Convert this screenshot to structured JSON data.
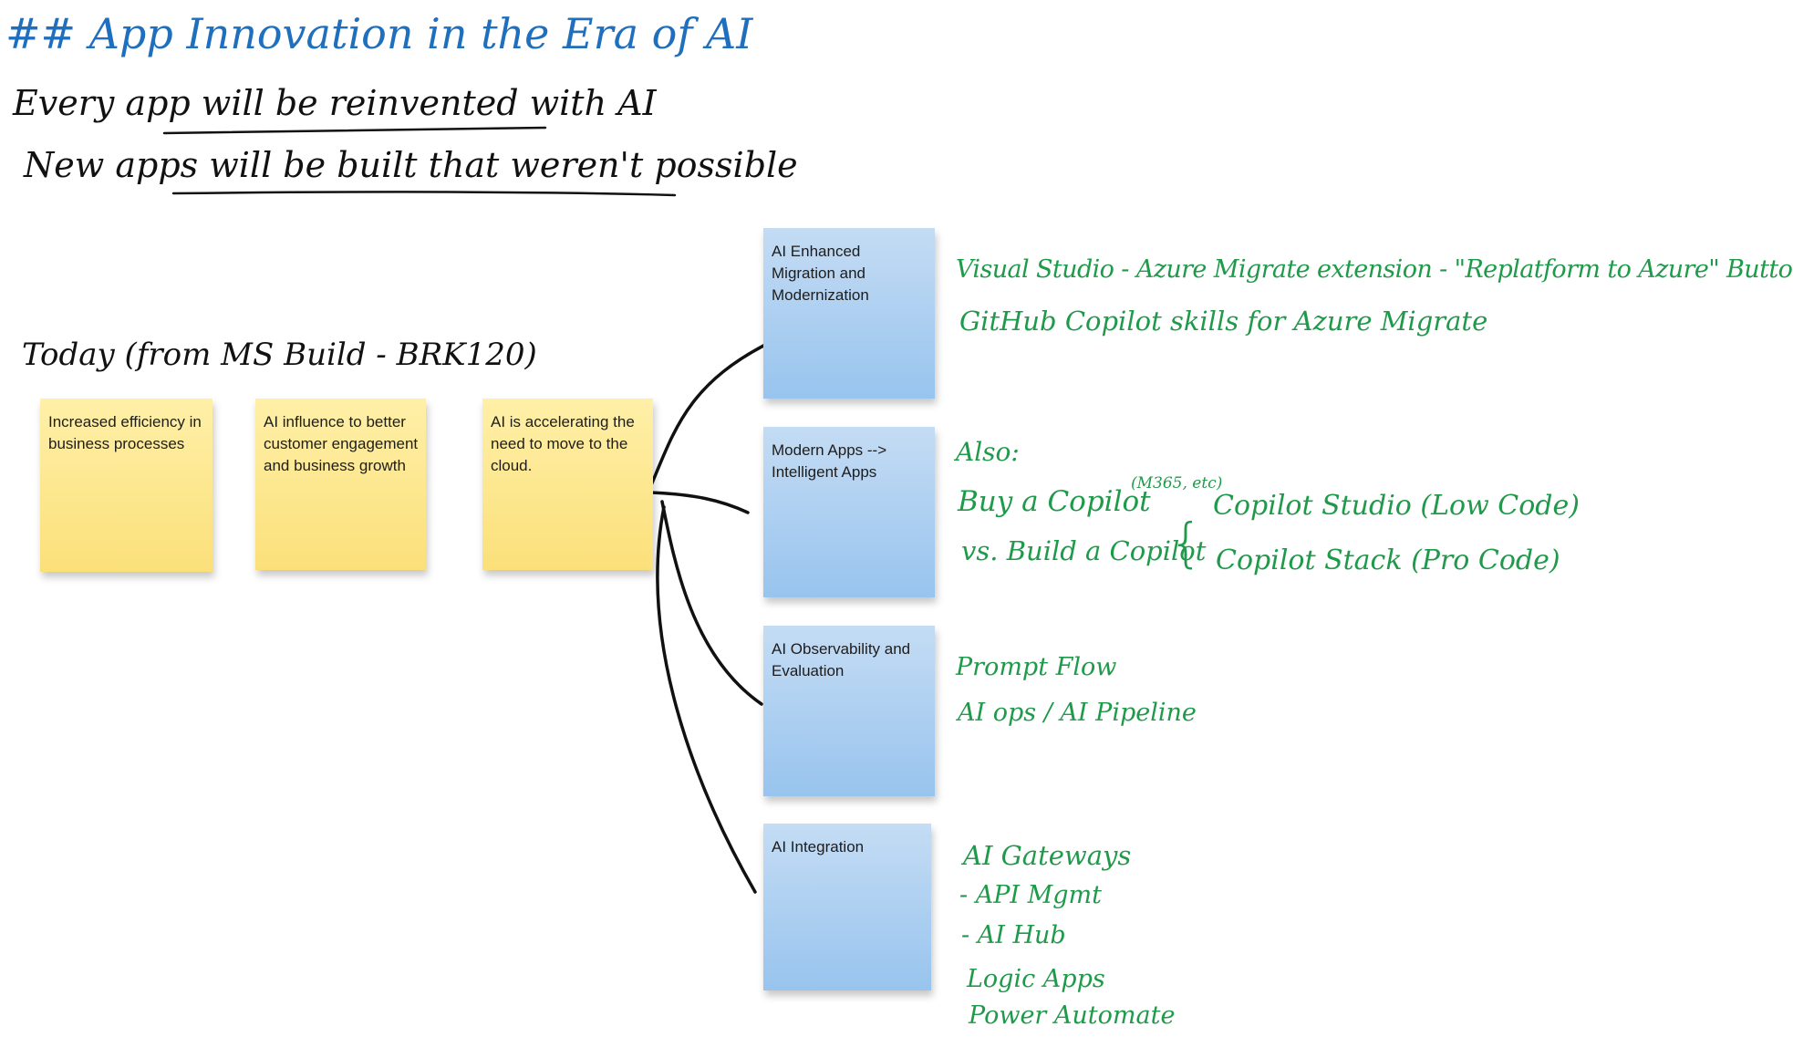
{
  "heading": {
    "title": "## App Innovation in the Era of AI",
    "line1": "Every app will be reinvented with AI",
    "line2": "New apps will be built that weren't possible"
  },
  "today_label": "Today (from MS Build - BRK120)",
  "yellow_notes": [
    "Increased efficiency in business processes",
    "AI influence to better customer engagement and business growth",
    "AI is accelerating the need to move to the cloud."
  ],
  "blue_notes": [
    "AI Enhanced Migration and Modernization",
    "Modern Apps --> Intelligent Apps",
    "AI Observability and Evaluation",
    "AI Integration"
  ],
  "annotations": {
    "migration": [
      "Visual Studio - Azure Migrate extension - \"Replatform to Azure\" Button!",
      "GitHub Copilot skills for Azure Migrate"
    ],
    "intelligent": {
      "also": "Also:",
      "buy": "Buy a Copilot",
      "buy_note": "(M365, etc)",
      "vs_build": "vs. Build a Copilot",
      "brace": "{",
      "studio": "Copilot Studio (Low Code)",
      "stack": "Copilot Stack (Pro Code)"
    },
    "observability": [
      "Prompt Flow",
      "AI ops / AI Pipeline"
    ],
    "integration": [
      "AI Gateways",
      "- API Mgmt",
      "- AI Hub",
      "Logic Apps",
      "Power Automate"
    ]
  },
  "colors": {
    "heading": "#1f6fbf",
    "ink": "#111111",
    "annotation": "#1f9a4a",
    "yellow_note": "#fbe07a",
    "blue_note": "#98c4ee"
  }
}
